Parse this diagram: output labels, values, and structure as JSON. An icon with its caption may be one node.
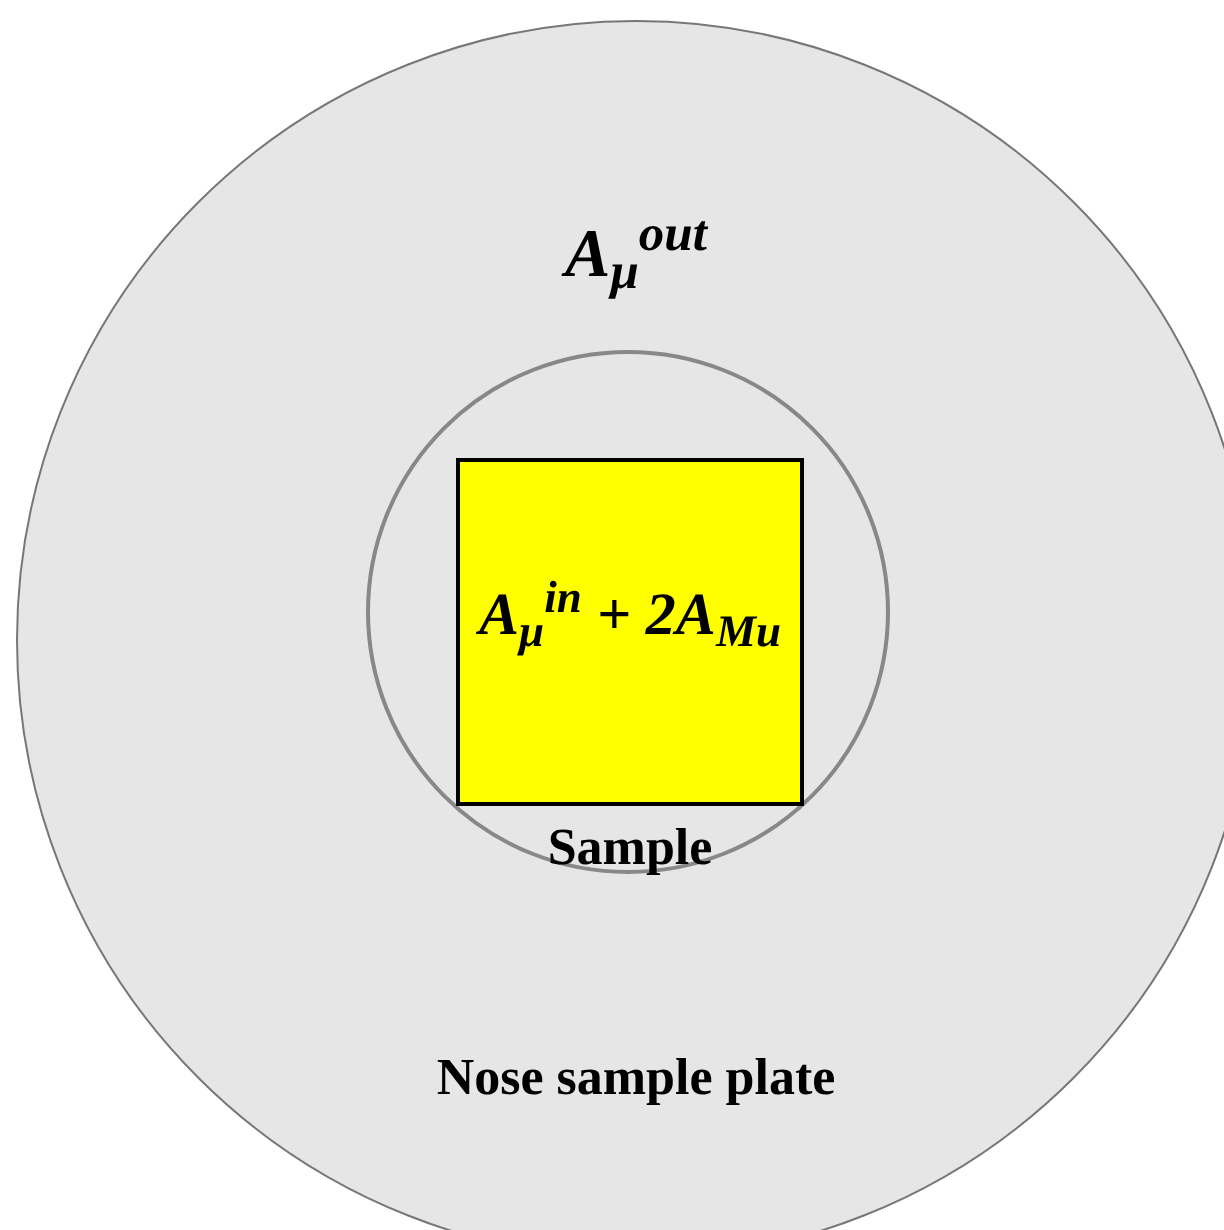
{
  "diagram": {
    "nodes": [
      {
        "text": [
          "A$_{μ}$$^{out}$",
          "Nose sample plate"
        ]
      },
      {
        "text": [],
        "shape": "circle",
        "in": 0
      },
      {
        "text": [
          "A$_{μ}$$^{in}$ + 2A$_{Mu}$"
        ],
        "in": 1,
        "beside": [
          "Sample"
        ]
      }
    ]
  }
}
